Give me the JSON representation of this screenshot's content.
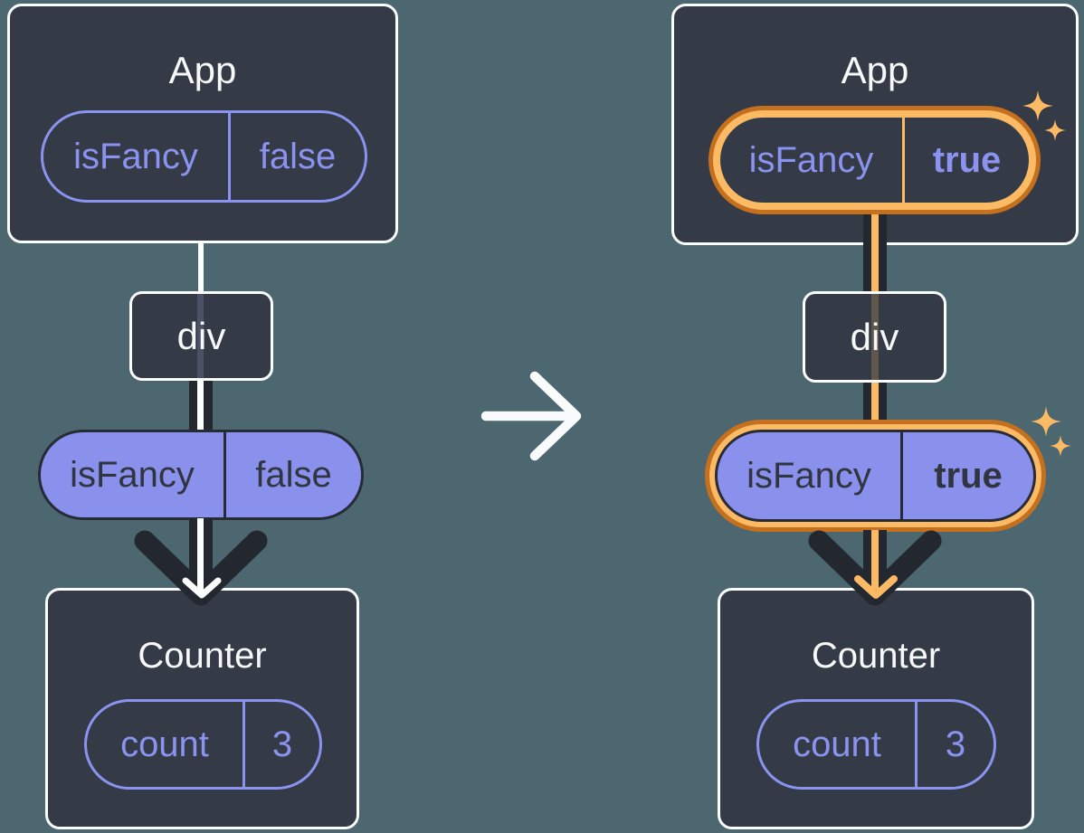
{
  "panels": {
    "before": {
      "app_title": "App",
      "app_prop_name": "isFancy",
      "app_prop_value": "false",
      "div_label": "div",
      "passed_prop_name": "isFancy",
      "passed_prop_value": "false",
      "counter_title": "Counter",
      "state_name": "count",
      "state_value": "3"
    },
    "after": {
      "app_title": "App",
      "app_prop_name": "isFancy",
      "app_prop_value": "true",
      "div_label": "div",
      "passed_prop_name": "isFancy",
      "passed_prop_value": "true",
      "counter_title": "Counter",
      "state_name": "count",
      "state_value": "3"
    }
  },
  "icons": {
    "transform_arrow": "right-arrow",
    "sparkle": "four-point-star",
    "flow_arrow": "chevron-down"
  },
  "colors": {
    "background": "#4C6770",
    "card": "#343A46",
    "card_border": "#FCFDFE",
    "purple": "#8B93F0",
    "purple_fill": "#8A91EC",
    "dark": "#23272F",
    "highlight_orange": "#C4701E",
    "highlight_orange_light": "#FBBA63"
  }
}
